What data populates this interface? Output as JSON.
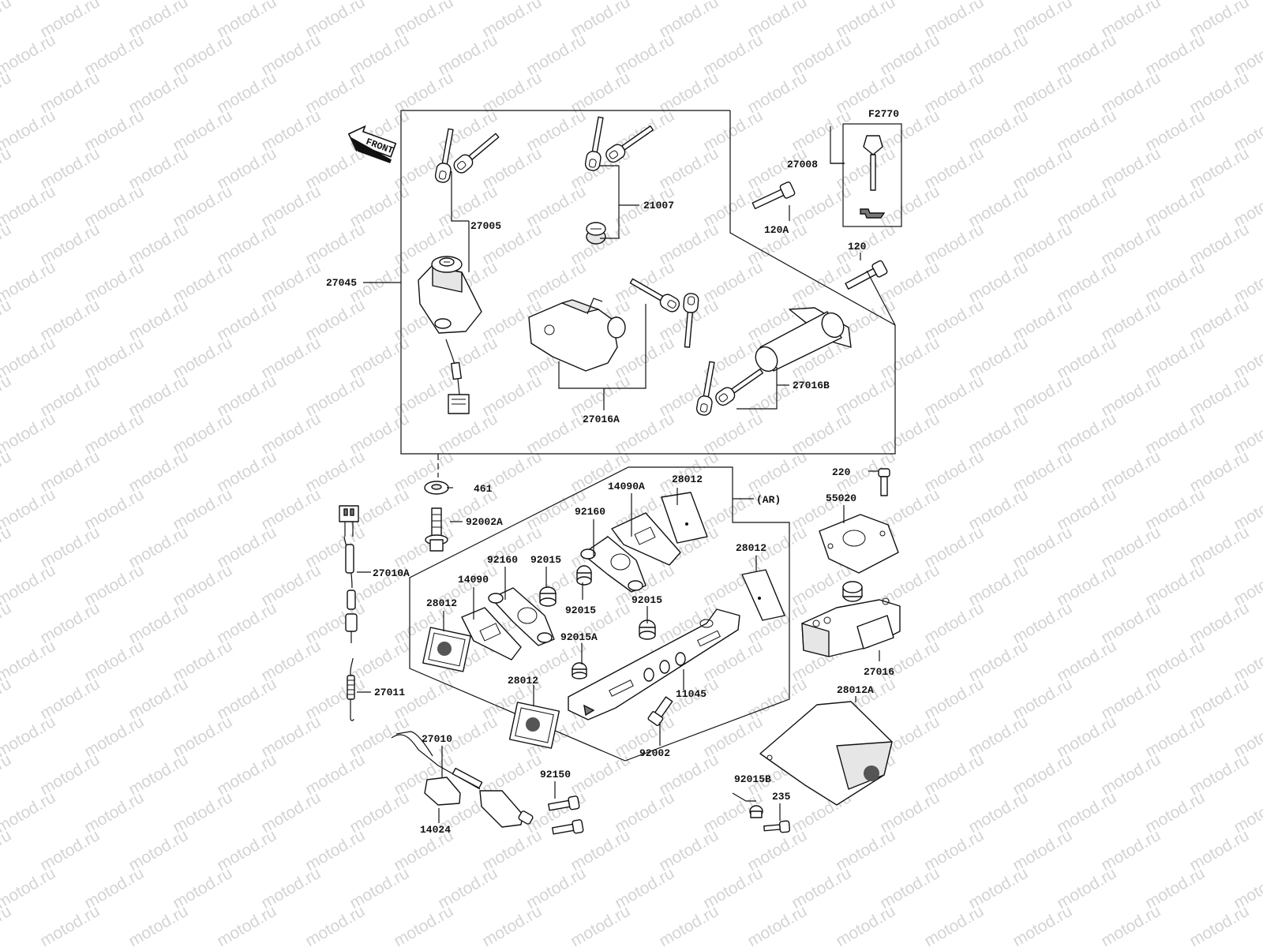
{
  "watermark": "motod.ru",
  "front_arrow": "FRONT",
  "kit_code": "F2770",
  "callouts": {
    "c27005": "27005",
    "c21007": "21007",
    "c27045": "27045",
    "c27008": "27008",
    "c120A": "120A",
    "c120": "120",
    "c27016A": "27016A",
    "c27016B": "27016B",
    "c461": "461",
    "c92002A": "92002A",
    "c27010A": "27010A",
    "c27011": "27011",
    "c27010": "27010",
    "c14024": "14024",
    "c92150": "92150",
    "c14090A": "14090A",
    "c28012_top": "28012",
    "cAR": "(AR)",
    "c92160_top": "92160",
    "c92160_left": "92160",
    "c92015_a": "92015",
    "c92015_b": "92015",
    "c92015_c": "92015",
    "c14090": "14090",
    "c28012_left": "28012",
    "c28012_right": "28012",
    "c92015A": "92015A",
    "c28012_bottom": "28012",
    "c11045": "11045",
    "c92002": "92002",
    "c220": "220",
    "c55020": "55020",
    "c27016": "27016",
    "c28012A": "28012A",
    "c92015B": "92015B",
    "c235": "235"
  }
}
